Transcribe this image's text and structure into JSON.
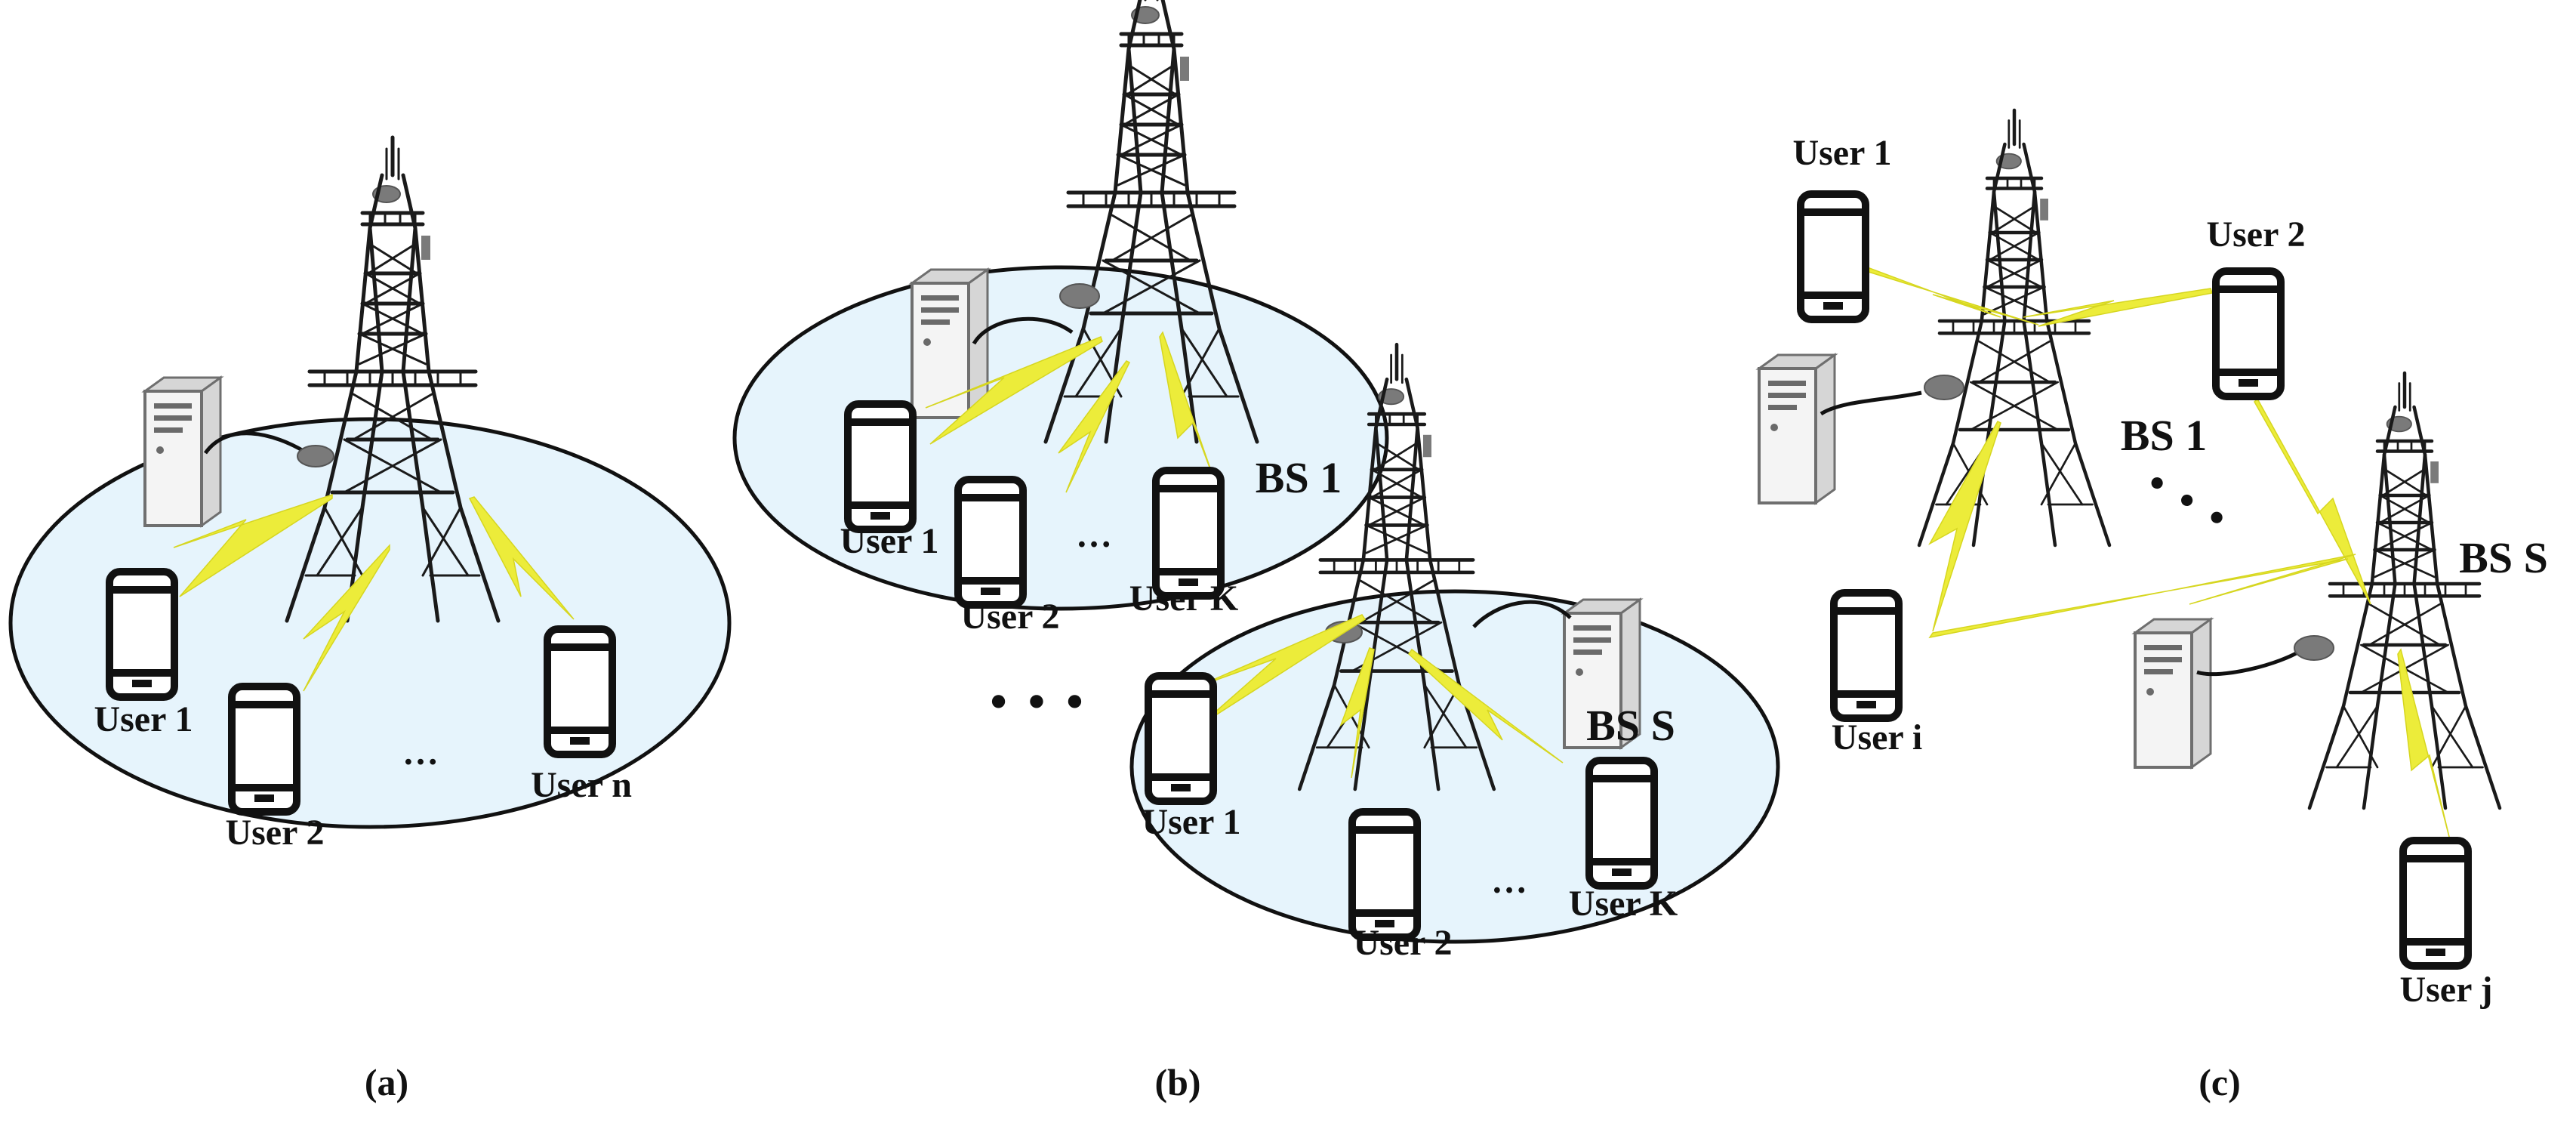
{
  "panels": {
    "a": {
      "caption": "(a)",
      "users": [
        "User 1",
        "User 2",
        "User n"
      ],
      "ellipsis": "…"
    },
    "b": {
      "caption": "(b)",
      "bs1_label": "BS 1",
      "bsS_label": "BS S",
      "cell1_users": [
        "User 1",
        "User 2",
        "User K"
      ],
      "cellS_users": [
        "User 1",
        "User 2",
        "User K"
      ],
      "ellipsis": "…",
      "between_cells": "• • •"
    },
    "c": {
      "caption": "(c)",
      "bs1_label": "BS 1",
      "bsS_label": "BS S",
      "users": [
        "User 1",
        "User 2",
        "User i",
        "User j"
      ],
      "ellipsis": "• • •"
    }
  },
  "colors": {
    "cell_fill": "#e6f4fc",
    "signal": "#ecec3a",
    "outline": "#111111"
  },
  "icons": [
    "tower-icon",
    "server-icon",
    "phone-icon",
    "signal-bolt-icon",
    "dish-antenna-icon"
  ]
}
